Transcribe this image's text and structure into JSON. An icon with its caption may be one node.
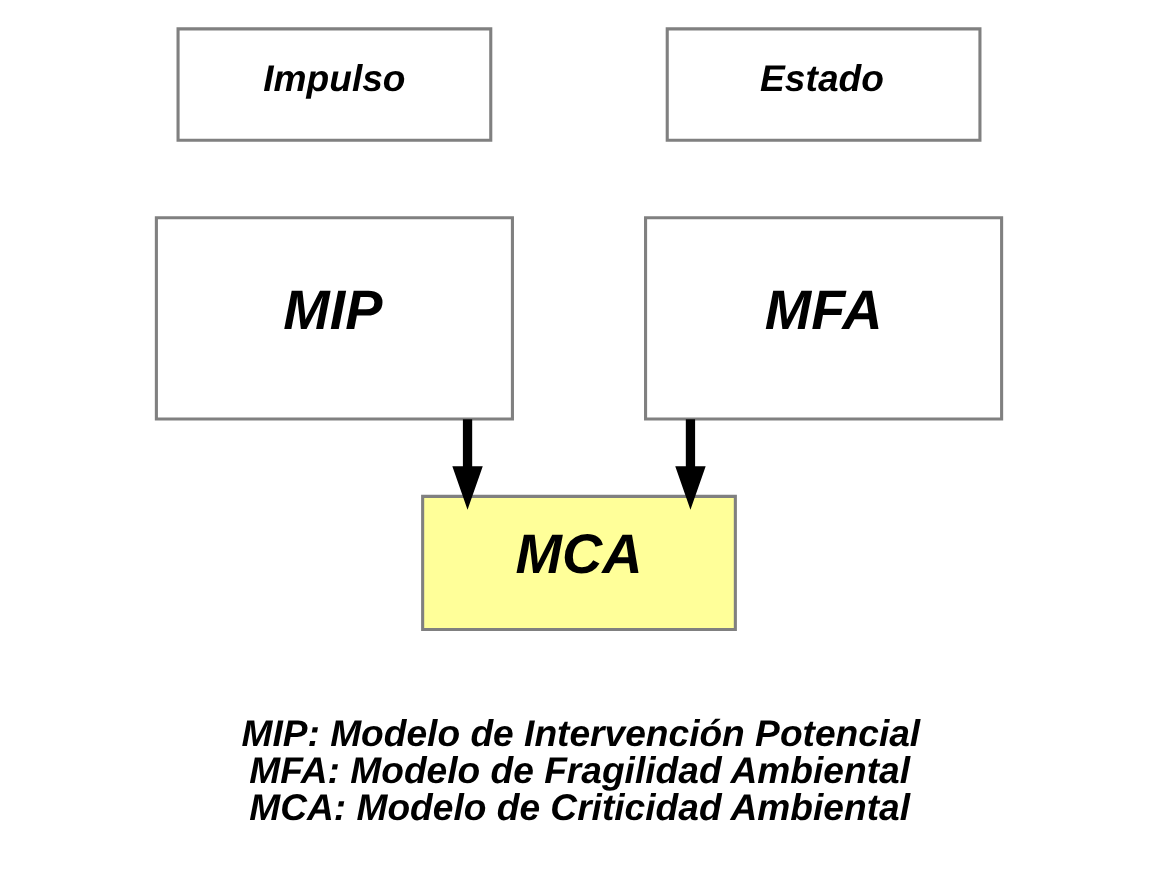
{
  "diagram": {
    "nodes": [
      {
        "text": [
          "Impulso"
        ]
      },
      {
        "text": [
          "Estado"
        ]
      },
      {
        "text": [
          "MIP"
        ]
      },
      {
        "text": [
          "MFA"
        ]
      },
      {
        "text": [
          "MCA"
        ]
      }
    ],
    "edges": [
      {
        "from": 2,
        "to": 4,
        "arrow": "to"
      },
      {
        "from": 3,
        "to": 4,
        "arrow": "to"
      }
    ],
    "labels": [
      "MIP: Modelo de Intervención Potencial",
      "MFA: Modelo de Fragilidad Ambiental",
      "MCA: Modelo de Criticidad Ambiental"
    ]
  }
}
